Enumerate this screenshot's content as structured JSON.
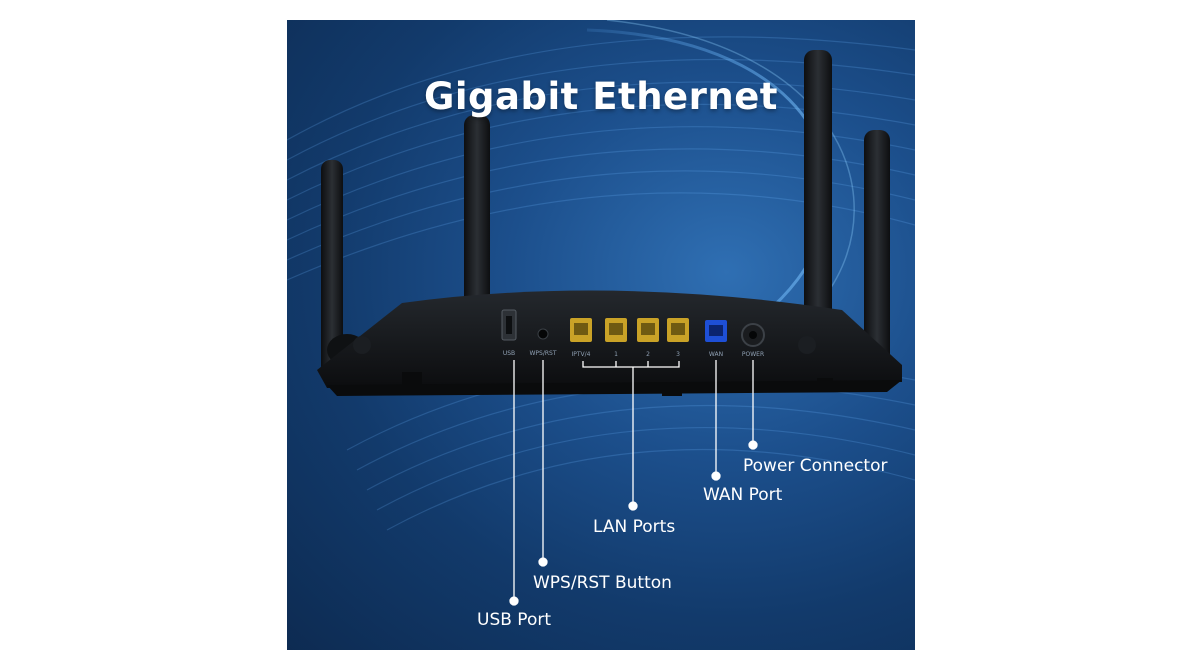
{
  "title": "Gigabit Ethernet",
  "port_markings": {
    "usb": "USB",
    "wps_rst": "WPS/RST",
    "internet": "IPTV/4",
    "lan1": "1",
    "lan2": "2",
    "lan3": "3",
    "wan": "WAN",
    "power": "POWER"
  },
  "callouts": {
    "power": "Power Connector",
    "wan": "WAN Port",
    "lan": "LAN Ports",
    "wps": "WPS/RST Button",
    "usb": "USB Port"
  },
  "colors": {
    "background": "#123a6b",
    "lan_port": "#c9a227",
    "wan_port": "#1e4fd6",
    "router_body": "#141619",
    "callout_text": "#ffffff"
  }
}
